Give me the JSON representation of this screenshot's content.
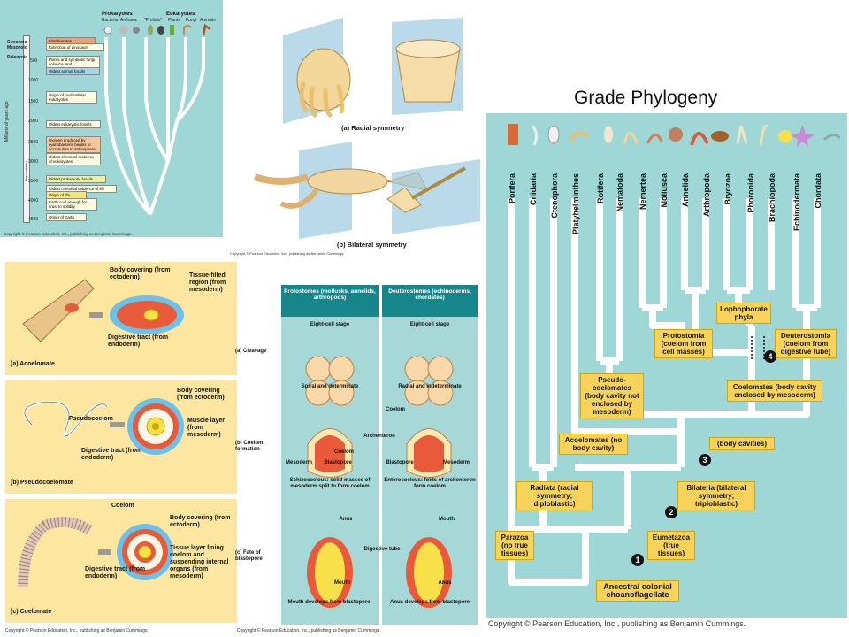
{
  "title": "Grade Phylogeny",
  "copyright": "Copyright © Pearson Education, Inc., publishing as Benjamin Cummings.",
  "timeline": {
    "groups_header": [
      "Prokaryotes",
      "Eukaryotes"
    ],
    "groups": [
      "Bacteria",
      "Archaea",
      "\"Protists\"",
      "Plants",
      "Fungi",
      "Animals"
    ],
    "eras": [
      "Cenozoic",
      "Mesozoic",
      "Paleozoic"
    ],
    "axis_label": "Millions of years ago",
    "precambrian": "Precambrian",
    "ticks": [
      "500",
      "1000",
      "1500",
      "2000",
      "2500",
      "3000",
      "3500",
      "4000",
      "4500"
    ],
    "events": [
      "First humans",
      "Extinction of dinosaurs",
      "Plants and symbiotic fungi colonize land",
      "Oldest animal fossils",
      "Origin of multicellular eukaryotes",
      "Oldest eukaryotic fossils",
      "Oxygen produced by cyanobacteria begins to accumulate in atmosphere",
      "Oldest chemical evidence of eukaryotes",
      "Oldest prokaryotic fossils",
      "Oldest chemical evidence of life",
      "Origin of life",
      "Earth cool enough for crust to solidify",
      "Origin of Earth"
    ]
  },
  "symmetry": {
    "radial": "(a) Radial symmetry",
    "bilateral": "(b) Bilateral symmetry"
  },
  "cavity": {
    "a": {
      "caption": "(a) Acoelomate",
      "l1": "Body covering (from ectoderm)",
      "l2": "Tissue-filled region (from mesoderm)",
      "l3": "Digestive tract (from endoderm)"
    },
    "b": {
      "caption": "(b) Pseudocoelomate",
      "l1": "Body covering (from ectoderm)",
      "l2": "Pseudocoelom",
      "l3": "Muscle layer (from mesoderm)",
      "l4": "Digestive tract (from endoderm)"
    },
    "c": {
      "caption": "(c) Coelomate",
      "l1": "Coelom",
      "l2": "Body covering (from ectoderm)",
      "l3": "Tissue layer lining coelom and suspending internal organs (from mesoderm)",
      "l4": "Digestive tract (from endoderm)"
    }
  },
  "protodeut": {
    "proto_head": "Protostomes (mollusks, annelids, arthropods)",
    "deut_head": "Deuterostomes (echinoderms, chordates)",
    "row_a": "(a) Cleavage",
    "row_b": "(b) Coelom formation",
    "row_c": "(c) Fate of blastopore",
    "eight_cell": "Eight-cell stage",
    "spiral": "Spiral and determinate",
    "radial": "Radial and indeterminate",
    "coelom": "Coelom",
    "archenteron": "Archenteron",
    "mesoderm": "Mesoderm",
    "blastopore": "Blastopore",
    "schizo": "Schizocoelous: solid masses of mesoderm split to form coelom",
    "entero": "Enterocoelous: folds of archenteron form coelom",
    "anus": "Anus",
    "mouth": "Mouth",
    "digestive_tube": "Digestive tube",
    "mouth_dev": "Mouth develops from blastopore",
    "anus_dev": "Anus develops from blastopore"
  },
  "phylo": {
    "taxa": [
      "Porifera",
      "Cnidaria",
      "Ctenophora",
      "Platyhelminthes",
      "Rotifera",
      "Nematoda",
      "Nemertea",
      "Mollusca",
      "Annelida",
      "Arthropoda",
      "Bryozoa",
      "Phoronida",
      "Brachiopoda",
      "Echinodermata",
      "Chordata"
    ],
    "nodes": {
      "lophophorate": "Lophophorate phyla",
      "protostomia": "Protostomia (coelom from cell masses)",
      "deuterostomia": "Deuterostomia (coelom from digestive tube)",
      "pseudocoelomates": "Pseudo-coelomates (body cavity not enclosed by mesoderm)",
      "coelomates": "Coelomates (body cavity enclosed by mesoderm)",
      "acoelomates": "Acoelomates (no body cavity)",
      "body_cavities": "(body cavities)",
      "radiata": "Radiata (radial symmetry; diploblastic)",
      "bilateria": "Bilateria (bilateral symmetry; triploblastic)",
      "parazoa": "Parazoa (no true tissues)",
      "eumetazoa": "Eumetazoa (true tissues)",
      "ancestor": "Ancestral colonial choanoflagellate"
    },
    "markers": [
      "1",
      "2",
      "3",
      "4"
    ]
  }
}
